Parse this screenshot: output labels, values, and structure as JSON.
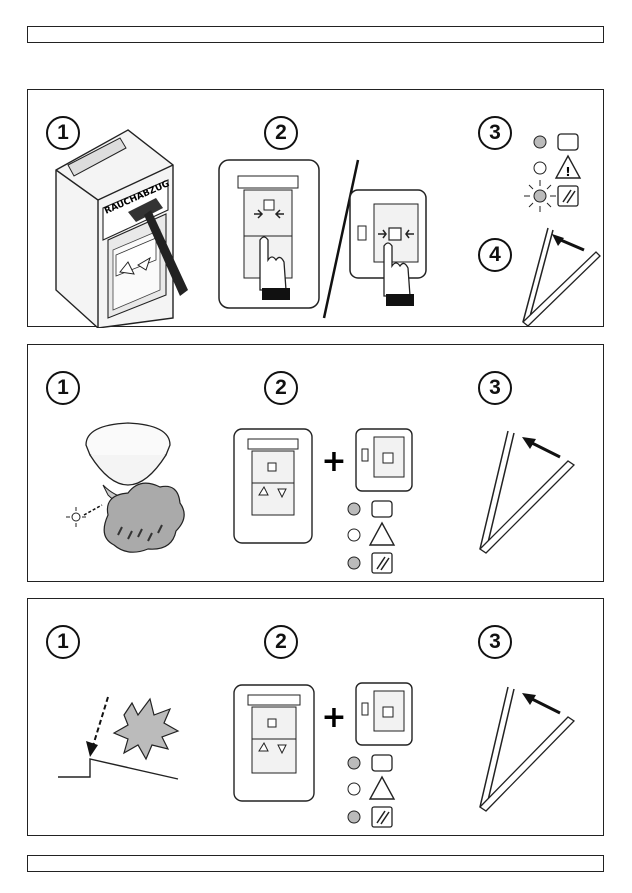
{
  "header": {
    "text": ""
  },
  "footer": {
    "text": ""
  },
  "panels": [
    {
      "id": "manual-release",
      "steps": [
        "1",
        "2",
        "3",
        "4"
      ],
      "housing_label": "RAUCHABZUG",
      "separator": "/"
    },
    {
      "id": "smoke-detector-release",
      "steps": [
        "1",
        "2",
        "3"
      ],
      "plus_sign": "+"
    },
    {
      "id": "rain-wind-close",
      "steps": [
        "1",
        "2",
        "3"
      ],
      "plus_sign": "+"
    }
  ],
  "indicators": [
    {
      "led": "grey",
      "symbol": "blank-box-icon"
    },
    {
      "led": "off",
      "symbol": "warning-triangle-icon"
    },
    {
      "led": "flashing",
      "symbol": "window-open-icon"
    }
  ]
}
